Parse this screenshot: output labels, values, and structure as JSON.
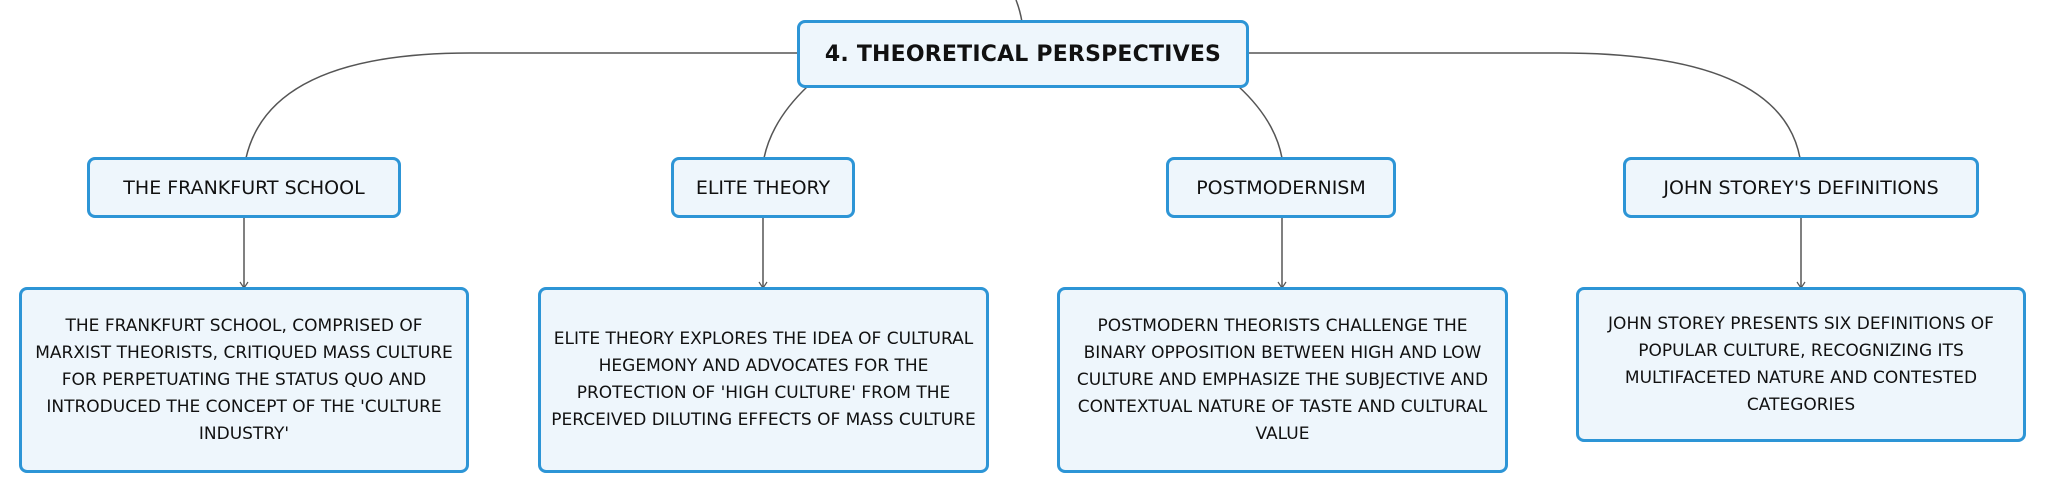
{
  "root": {
    "label": "4. THEORETICAL PERSPECTIVES"
  },
  "branches": [
    {
      "title": "THE FRANKFURT SCHOOL",
      "detail": "THE FRANKFURT SCHOOL, COMPRISED OF MARXIST THEORISTS, CRITIQUED MASS CULTURE FOR PERPETUATING THE STATUS QUO AND INTRODUCED THE CONCEPT OF THE 'CULTURE INDUSTRY'"
    },
    {
      "title": "ELITE THEORY",
      "detail": "ELITE THEORY EXPLORES THE IDEA OF CULTURAL HEGEMONY AND ADVOCATES FOR THE PROTECTION OF 'HIGH CULTURE' FROM THE PERCEIVED DILUTING EFFECTS OF MASS CULTURE"
    },
    {
      "title": "POSTMODERNISM",
      "detail": "POSTMODERN THEORISTS CHALLENGE THE BINARY OPPOSITION BETWEEN HIGH AND LOW CULTURE AND EMPHASIZE THE SUBJECTIVE AND CONTEXTUAL NATURE OF TASTE AND CULTURAL VALUE"
    },
    {
      "title": "JOHN STOREY'S DEFINITIONS",
      "detail": "JOHN STOREY PRESENTS SIX DEFINITIONS OF POPULAR CULTURE, RECOGNIZING ITS MULTIFACETED NATURE AND CONTESTED CATEGORIES"
    }
  ]
}
